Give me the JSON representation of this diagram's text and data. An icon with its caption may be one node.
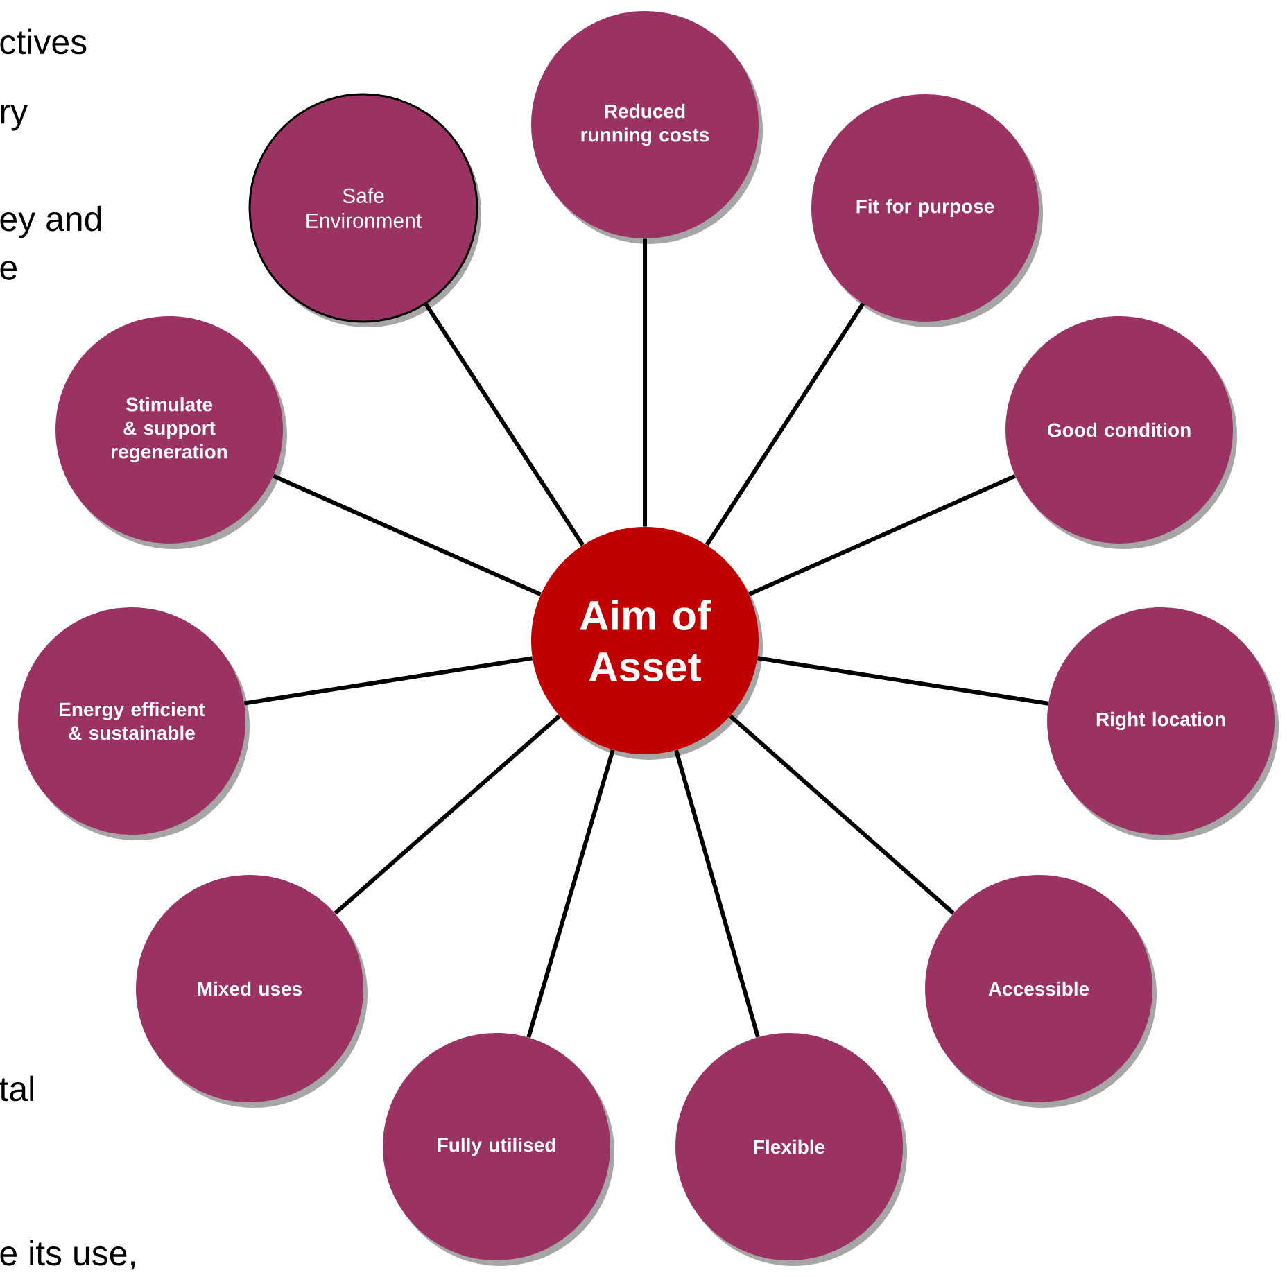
{
  "diagram": {
    "nodes": [
      {
        "text": [
          "Aim of Asset"
        ]
      },
      {
        "text": [
          "Reduced running costs"
        ]
      },
      {
        "text": [
          "Fit for purpose"
        ]
      },
      {
        "text": [
          "Good condition"
        ]
      },
      {
        "text": [
          "Right location"
        ]
      },
      {
        "text": [
          "Accessible"
        ]
      },
      {
        "text": [
          "Flexible"
        ]
      },
      {
        "text": [
          "Fully utilised"
        ]
      },
      {
        "text": [
          "Mixed uses"
        ]
      },
      {
        "text": [
          "Energy efficient & sustainable"
        ]
      },
      {
        "text": [
          "Stimulate & support regeneration"
        ]
      },
      {
        "text": [
          "Safe Environment"
        ]
      }
    ],
    "edges": [
      {
        "from": 0,
        "to": 1,
        "arrow": "none"
      },
      {
        "from": 0,
        "to": 2,
        "arrow": "none"
      },
      {
        "from": 0,
        "to": 3,
        "arrow": "none"
      },
      {
        "from": 0,
        "to": 4,
        "arrow": "none"
      },
      {
        "from": 0,
        "to": 5,
        "arrow": "none"
      },
      {
        "from": 0,
        "to": 6,
        "arrow": "none"
      },
      {
        "from": 0,
        "to": 7,
        "arrow": "none"
      },
      {
        "from": 0,
        "to": 8,
        "arrow": "none"
      },
      {
        "from": 0,
        "to": 9,
        "arrow": "none"
      },
      {
        "from": 0,
        "to": 10,
        "arrow": "none"
      },
      {
        "from": 0,
        "to": 11,
        "arrow": "none"
      }
    ],
    "labels": [
      "ctives",
      "ry",
      "ey and",
      "e",
      "tal",
      "e its use,"
    ]
  }
}
